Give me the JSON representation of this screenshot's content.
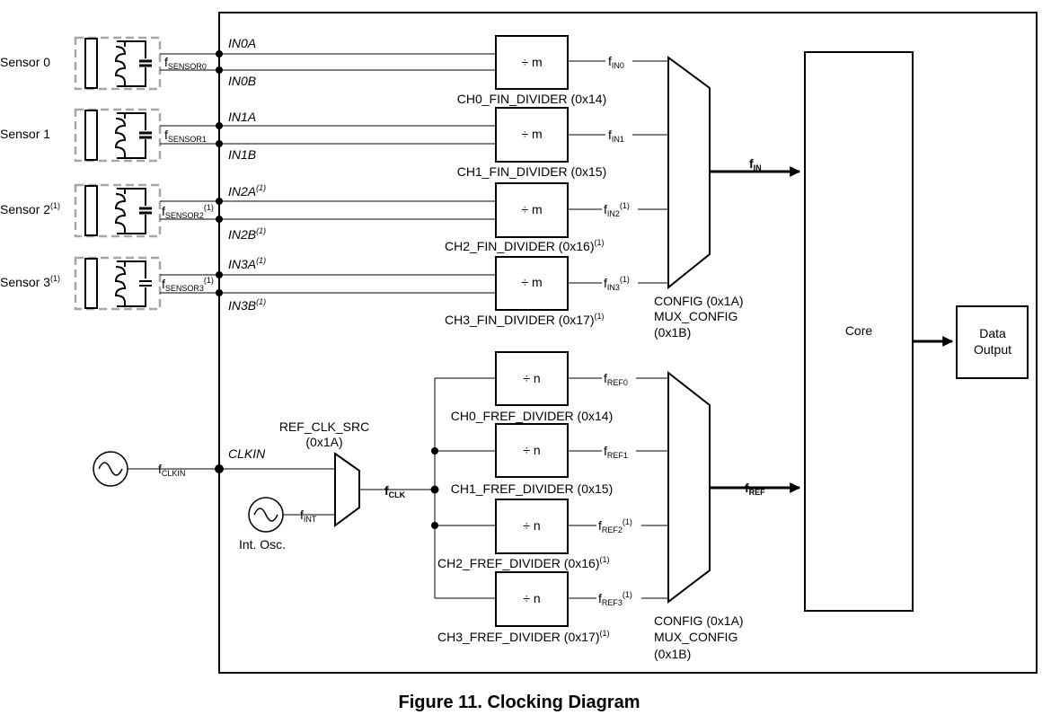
{
  "sensors": [
    {
      "label": "Sensor 0",
      "note": "",
      "freq_main": "f",
      "freq_sub": "SENSOR0",
      "freq_note": "",
      "pin_a": "IN0A",
      "pin_a_note": "",
      "pin_b": "IN0B",
      "pin_b_note": ""
    },
    {
      "label": "Sensor 1",
      "note": "",
      "freq_main": "f",
      "freq_sub": "SENSOR1",
      "freq_note": "",
      "pin_a": "IN1A",
      "pin_a_note": "",
      "pin_b": "IN1B",
      "pin_b_note": ""
    },
    {
      "label": "Sensor 2",
      "note": "(1)",
      "freq_main": "f",
      "freq_sub": "SENSOR2",
      "freq_note": "(1)",
      "pin_a": "IN2A",
      "pin_a_note": "(1)",
      "pin_b": "IN2B",
      "pin_b_note": "(1)"
    },
    {
      "label": "Sensor 3",
      "note": "(1)",
      "freq_main": "f",
      "freq_sub": "SENSOR3",
      "freq_note": "(1)",
      "pin_a": "IN3A",
      "pin_a_note": "(1)",
      "pin_b": "IN3B",
      "pin_b_note": "(1)"
    }
  ],
  "fin_dividers": [
    {
      "symbol": "÷ m",
      "name": "CH0_FIN_DIVIDER (0x14)",
      "note": "",
      "out_main": "f",
      "out_sub": "IN0",
      "out_note": ""
    },
    {
      "symbol": "÷ m",
      "name": "CH1_FIN_DIVIDER (0x15)",
      "note": "",
      "out_main": "f",
      "out_sub": "IN1",
      "out_note": ""
    },
    {
      "symbol": "÷ m",
      "name": "CH2_FIN_DIVIDER (0x16)",
      "note": "(1)",
      "out_main": "f",
      "out_sub": "IN2",
      "out_note": "(1)"
    },
    {
      "symbol": "÷ m",
      "name": "CH3_FIN_DIVIDER (0x17)",
      "note": "(1)",
      "out_main": "f",
      "out_sub": "IN3",
      "out_note": "(1)"
    }
  ],
  "fref_dividers": [
    {
      "symbol": "÷ n",
      "name": "CH0_FREF_DIVIDER (0x14)",
      "note": "",
      "out_main": "f",
      "out_sub": "REF0",
      "out_note": ""
    },
    {
      "symbol": "÷ n",
      "name": "CH1_FREF_DIVIDER (0x15)",
      "note": "",
      "out_main": "f",
      "out_sub": "REF1",
      "out_note": ""
    },
    {
      "symbol": "÷ n",
      "name": "CH2_FREF_DIVIDER (0x16)",
      "note": "(1)",
      "out_main": "f",
      "out_sub": "REF2",
      "out_note": "(1)"
    },
    {
      "symbol": "÷ n",
      "name": "CH3_FREF_DIVIDER (0x17)",
      "note": "(1)",
      "out_main": "f",
      "out_sub": "REF3",
      "out_note": "(1)"
    }
  ],
  "mux_in": {
    "line1": "CONFIG (0x1A)",
    "line2": "MUX_CONFIG",
    "line3": "(0x1B)",
    "out_main": "f",
    "out_sub": "IN"
  },
  "mux_ref": {
    "line1": "CONFIG (0x1A)",
    "line2": "MUX_CONFIG",
    "line3": "(0x1B)",
    "out_main": "f",
    "out_sub": "REF"
  },
  "clock": {
    "clkin_main": "f",
    "clkin_sub": "CLKIN",
    "clkin_pin": "CLKIN",
    "ref_src_line1": "REF_CLK_SRC",
    "ref_src_line2": "(0x1A)",
    "int_main": "f",
    "int_sub": "INT",
    "int_label": "Int. Osc.",
    "clk_main": "f",
    "clk_sub": "CLK"
  },
  "core": {
    "label": "Core"
  },
  "output": {
    "line1": "Data",
    "line2": "Output"
  },
  "caption": "Figure 11.  Clocking Diagram"
}
